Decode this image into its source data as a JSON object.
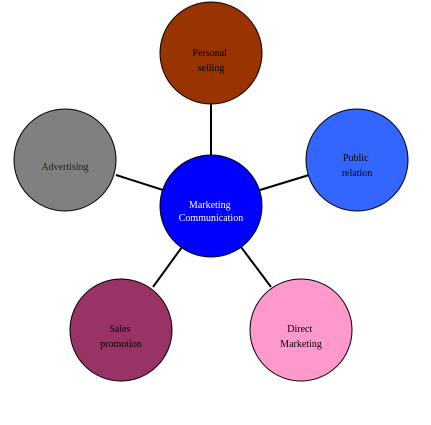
{
  "diagram": {
    "center": {
      "lines": [
        "Marketing",
        "Communication"
      ],
      "fill": "#0000ff",
      "text_color": "#ffffff"
    },
    "nodes": [
      {
        "id": "personal-selling",
        "lines": [
          "Personal",
          "selling"
        ],
        "fill": "#993300",
        "text_color": "#000000"
      },
      {
        "id": "public-relation",
        "lines": [
          "Public",
          "relation"
        ],
        "fill": "#3366ff",
        "text_color": "#000000"
      },
      {
        "id": "direct-marketing",
        "lines": [
          "Direct",
          "Marketing"
        ],
        "fill": "#ff99cc",
        "text_color": "#000000"
      },
      {
        "id": "sales-promotion",
        "lines": [
          "Sales",
          "promotion"
        ],
        "fill": "#993366",
        "text_color": "#000000"
      },
      {
        "id": "advertising",
        "lines": [
          "Advertising"
        ],
        "fill": "#808080",
        "text_color": "#003300"
      }
    ]
  }
}
